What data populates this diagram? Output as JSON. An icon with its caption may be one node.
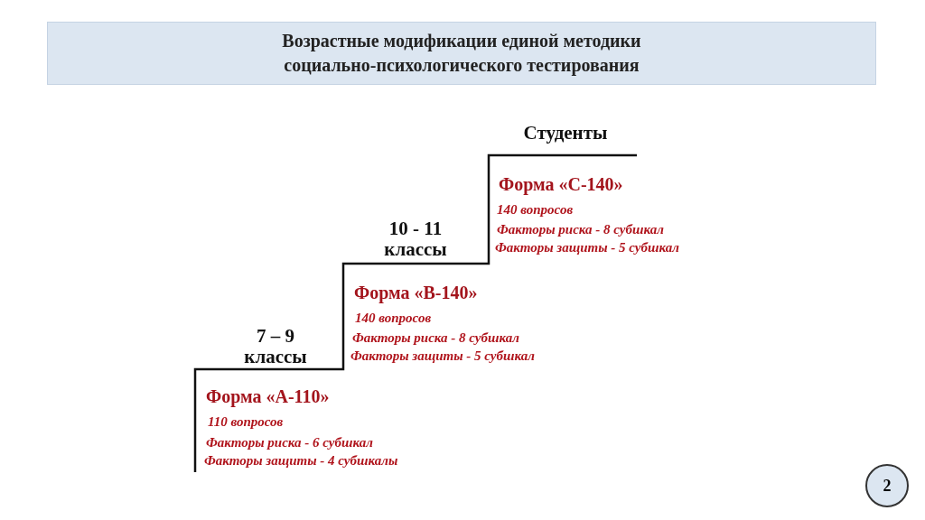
{
  "diagram": {
    "title": "Возрастные модификации единой методики социально-психологического тестирования",
    "labels": [
      "Студенты",
      "Форма «С-140»",
      "140 вопросов",
      "Факторы риска - 8 субшкал",
      "Факторы защиты - 5 субшкал",
      "10 - 11 классы",
      "Форма «В-140»",
      "140 вопросов",
      "Факторы риска - 8 субшкал",
      "Факторы защиты - 5 субшкал",
      "7 – 9 классы",
      "Форма «А-110»",
      "110 вопросов",
      "Факторы риска - 6 субшкал",
      "Факторы защиты - 4 субшкалы",
      "2"
    ]
  }
}
